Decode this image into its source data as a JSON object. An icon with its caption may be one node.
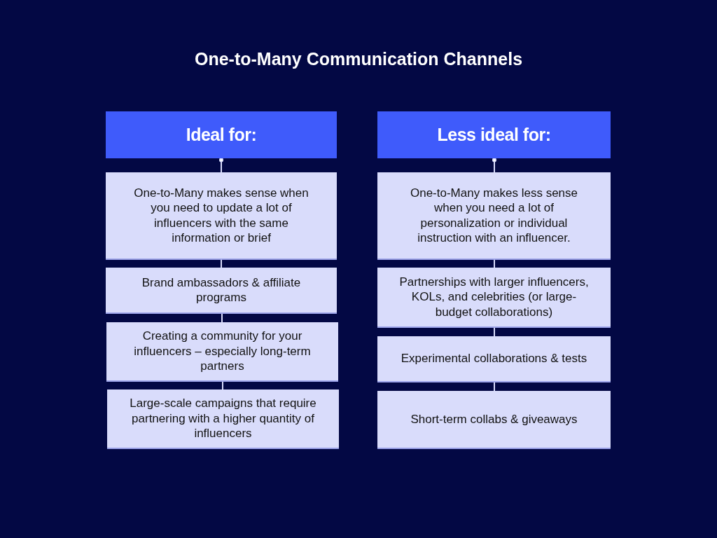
{
  "diagram": {
    "title": "One-to-Many Communication Channels",
    "nodes": [
      {
        "text": [
          "Ideal for:"
        ]
      },
      {
        "text": [
          "One-to-Many makes sense when you need to update a lot of influencers with the same information or brief"
        ]
      },
      {
        "text": [
          "Brand ambassadors & affiliate programs"
        ]
      },
      {
        "text": [
          "Creating a community for your influencers – especially long-term partners"
        ]
      },
      {
        "text": [
          "Large-scale campaigns that require partnering with a higher quantity of influencers"
        ]
      },
      {
        "text": [
          "Less ideal for:"
        ]
      },
      {
        "text": [
          "One-to-Many makes less sense when you need a lot of personalization or individual instruction with an influencer."
        ]
      },
      {
        "text": [
          "Partnerships with larger influencers, KOLs, and celebrities (or large-budget collaborations)"
        ]
      },
      {
        "text": [
          "Experimental collaborations & tests"
        ]
      },
      {
        "text": [
          "Short-term collabs & giveaways"
        ]
      }
    ],
    "edges": [
      {
        "from": 0,
        "to": 1,
        "arrow": "other"
      },
      {
        "from": 1,
        "to": 2,
        "arrow": "none"
      },
      {
        "from": 2,
        "to": 3,
        "arrow": "none"
      },
      {
        "from": 3,
        "to": 4,
        "arrow": "none"
      },
      {
        "from": 5,
        "to": 6,
        "arrow": "other"
      },
      {
        "from": 6,
        "to": 7,
        "arrow": "none"
      },
      {
        "from": 7,
        "to": 8,
        "arrow": "none"
      },
      {
        "from": 8,
        "to": 9,
        "arrow": "none"
      }
    ]
  }
}
